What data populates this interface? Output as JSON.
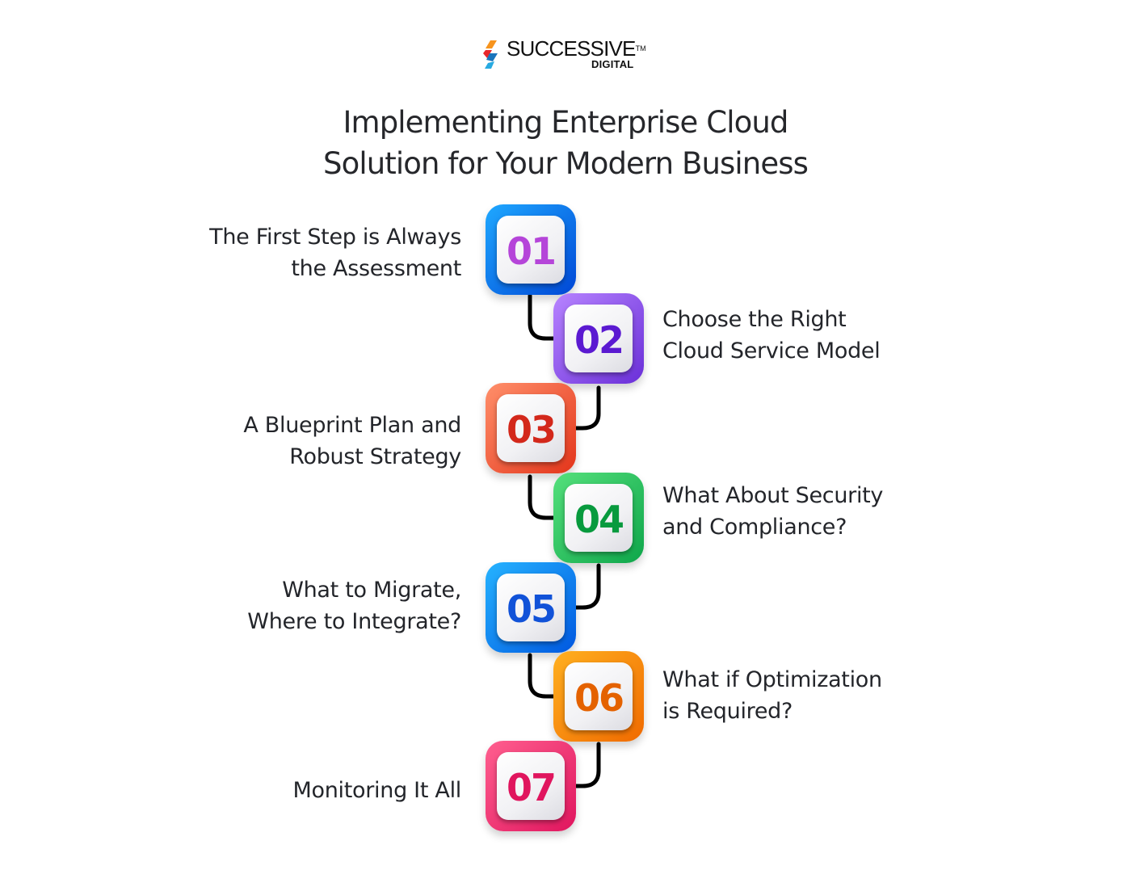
{
  "brand": {
    "name": "SUCCESSIVE",
    "trademark": "TM",
    "sub": "DIGITAL",
    "colors": {
      "orange": "#f7941d",
      "red": "#e8262a",
      "blue": "#1b75bc",
      "cyan": "#27aae1"
    }
  },
  "title": {
    "line1": "Implementing Enterprise Cloud",
    "line2": "Solution for Your Modern Business"
  },
  "steps": [
    {
      "number": "01",
      "line1": "The First Step is Always",
      "line2": "the Assessment",
      "side": "left",
      "box_from": "#1fa8ff",
      "box_to": "#0047d6",
      "text_color": "#b545d9"
    },
    {
      "number": "02",
      "line1": "Choose the Right",
      "line2": "Cloud Service Model",
      "side": "right",
      "box_from": "#b784ff",
      "box_to": "#6a2fd8",
      "text_color": "#5b1ad1"
    },
    {
      "number": "03",
      "line1": "A Blueprint Plan and",
      "line2": "Robust Strategy",
      "side": "left",
      "box_from": "#ff8f6a",
      "box_to": "#e3351b",
      "text_color": "#d3281b"
    },
    {
      "number": "04",
      "line1": "What About Security",
      "line2": "and Compliance?",
      "side": "right",
      "box_from": "#55e07c",
      "box_to": "#0ea64a",
      "text_color": "#089a3e"
    },
    {
      "number": "05",
      "line1": "What to Migrate,",
      "line2": "Where to Integrate?",
      "side": "left",
      "box_from": "#26b3ff",
      "box_to": "#0058e0",
      "text_color": "#1152d8"
    },
    {
      "number": "06",
      "line1": "What if Optimization",
      "line2": "is Required?",
      "side": "right",
      "box_from": "#ffb020",
      "box_to": "#f06a00",
      "text_color": "#e46200"
    },
    {
      "number": "07",
      "line1": "Monitoring It All",
      "line2": "",
      "side": "left",
      "box_from": "#ff5f8f",
      "box_to": "#e0155e",
      "text_color": "#e0155e"
    }
  ]
}
